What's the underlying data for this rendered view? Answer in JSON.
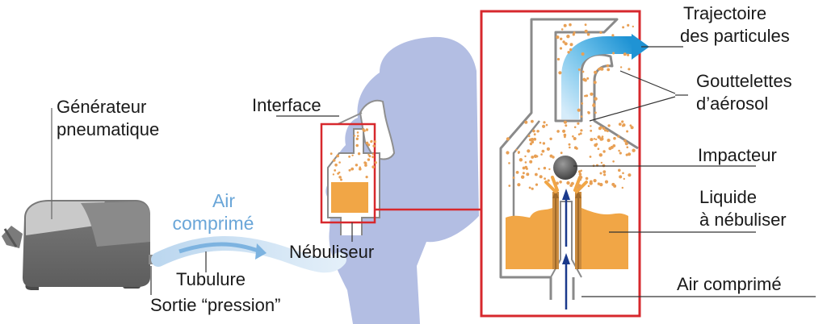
{
  "labels": {
    "generator_line1": "Générateur",
    "generator_line2": "pneumatique",
    "compressed_air_left_line1": "Air",
    "compressed_air_left_line2": "comprimé",
    "tubing": "Tubulure",
    "pressure_outlet": "Sortie “pression”",
    "interface": "Interface",
    "nebulizer": "Nébuliseur",
    "particle_path_line1": "Trajectoire",
    "particle_path_line2": "des particules",
    "droplets_line1": "Gouttelettes",
    "droplets_line2": "d’aérosol",
    "impactor": "Impacteur",
    "liquid_line1": "Liquide",
    "liquid_line2": "à nébuliser",
    "compressed_air_right": "Air comprimé"
  },
  "colors": {
    "silhouette": "#b3bee3",
    "zoom_frame": "#d7282d",
    "liquid": "#f1a646",
    "droplet": "#e8a055",
    "air_flow_light": "#d6ecfa",
    "air_flow_dark": "#1f93d4",
    "air_arrow": "#1b3a8c",
    "machine_body": "#6b6b6b",
    "machine_top": "#c9c9c9",
    "outline": "#6f6f6f"
  }
}
